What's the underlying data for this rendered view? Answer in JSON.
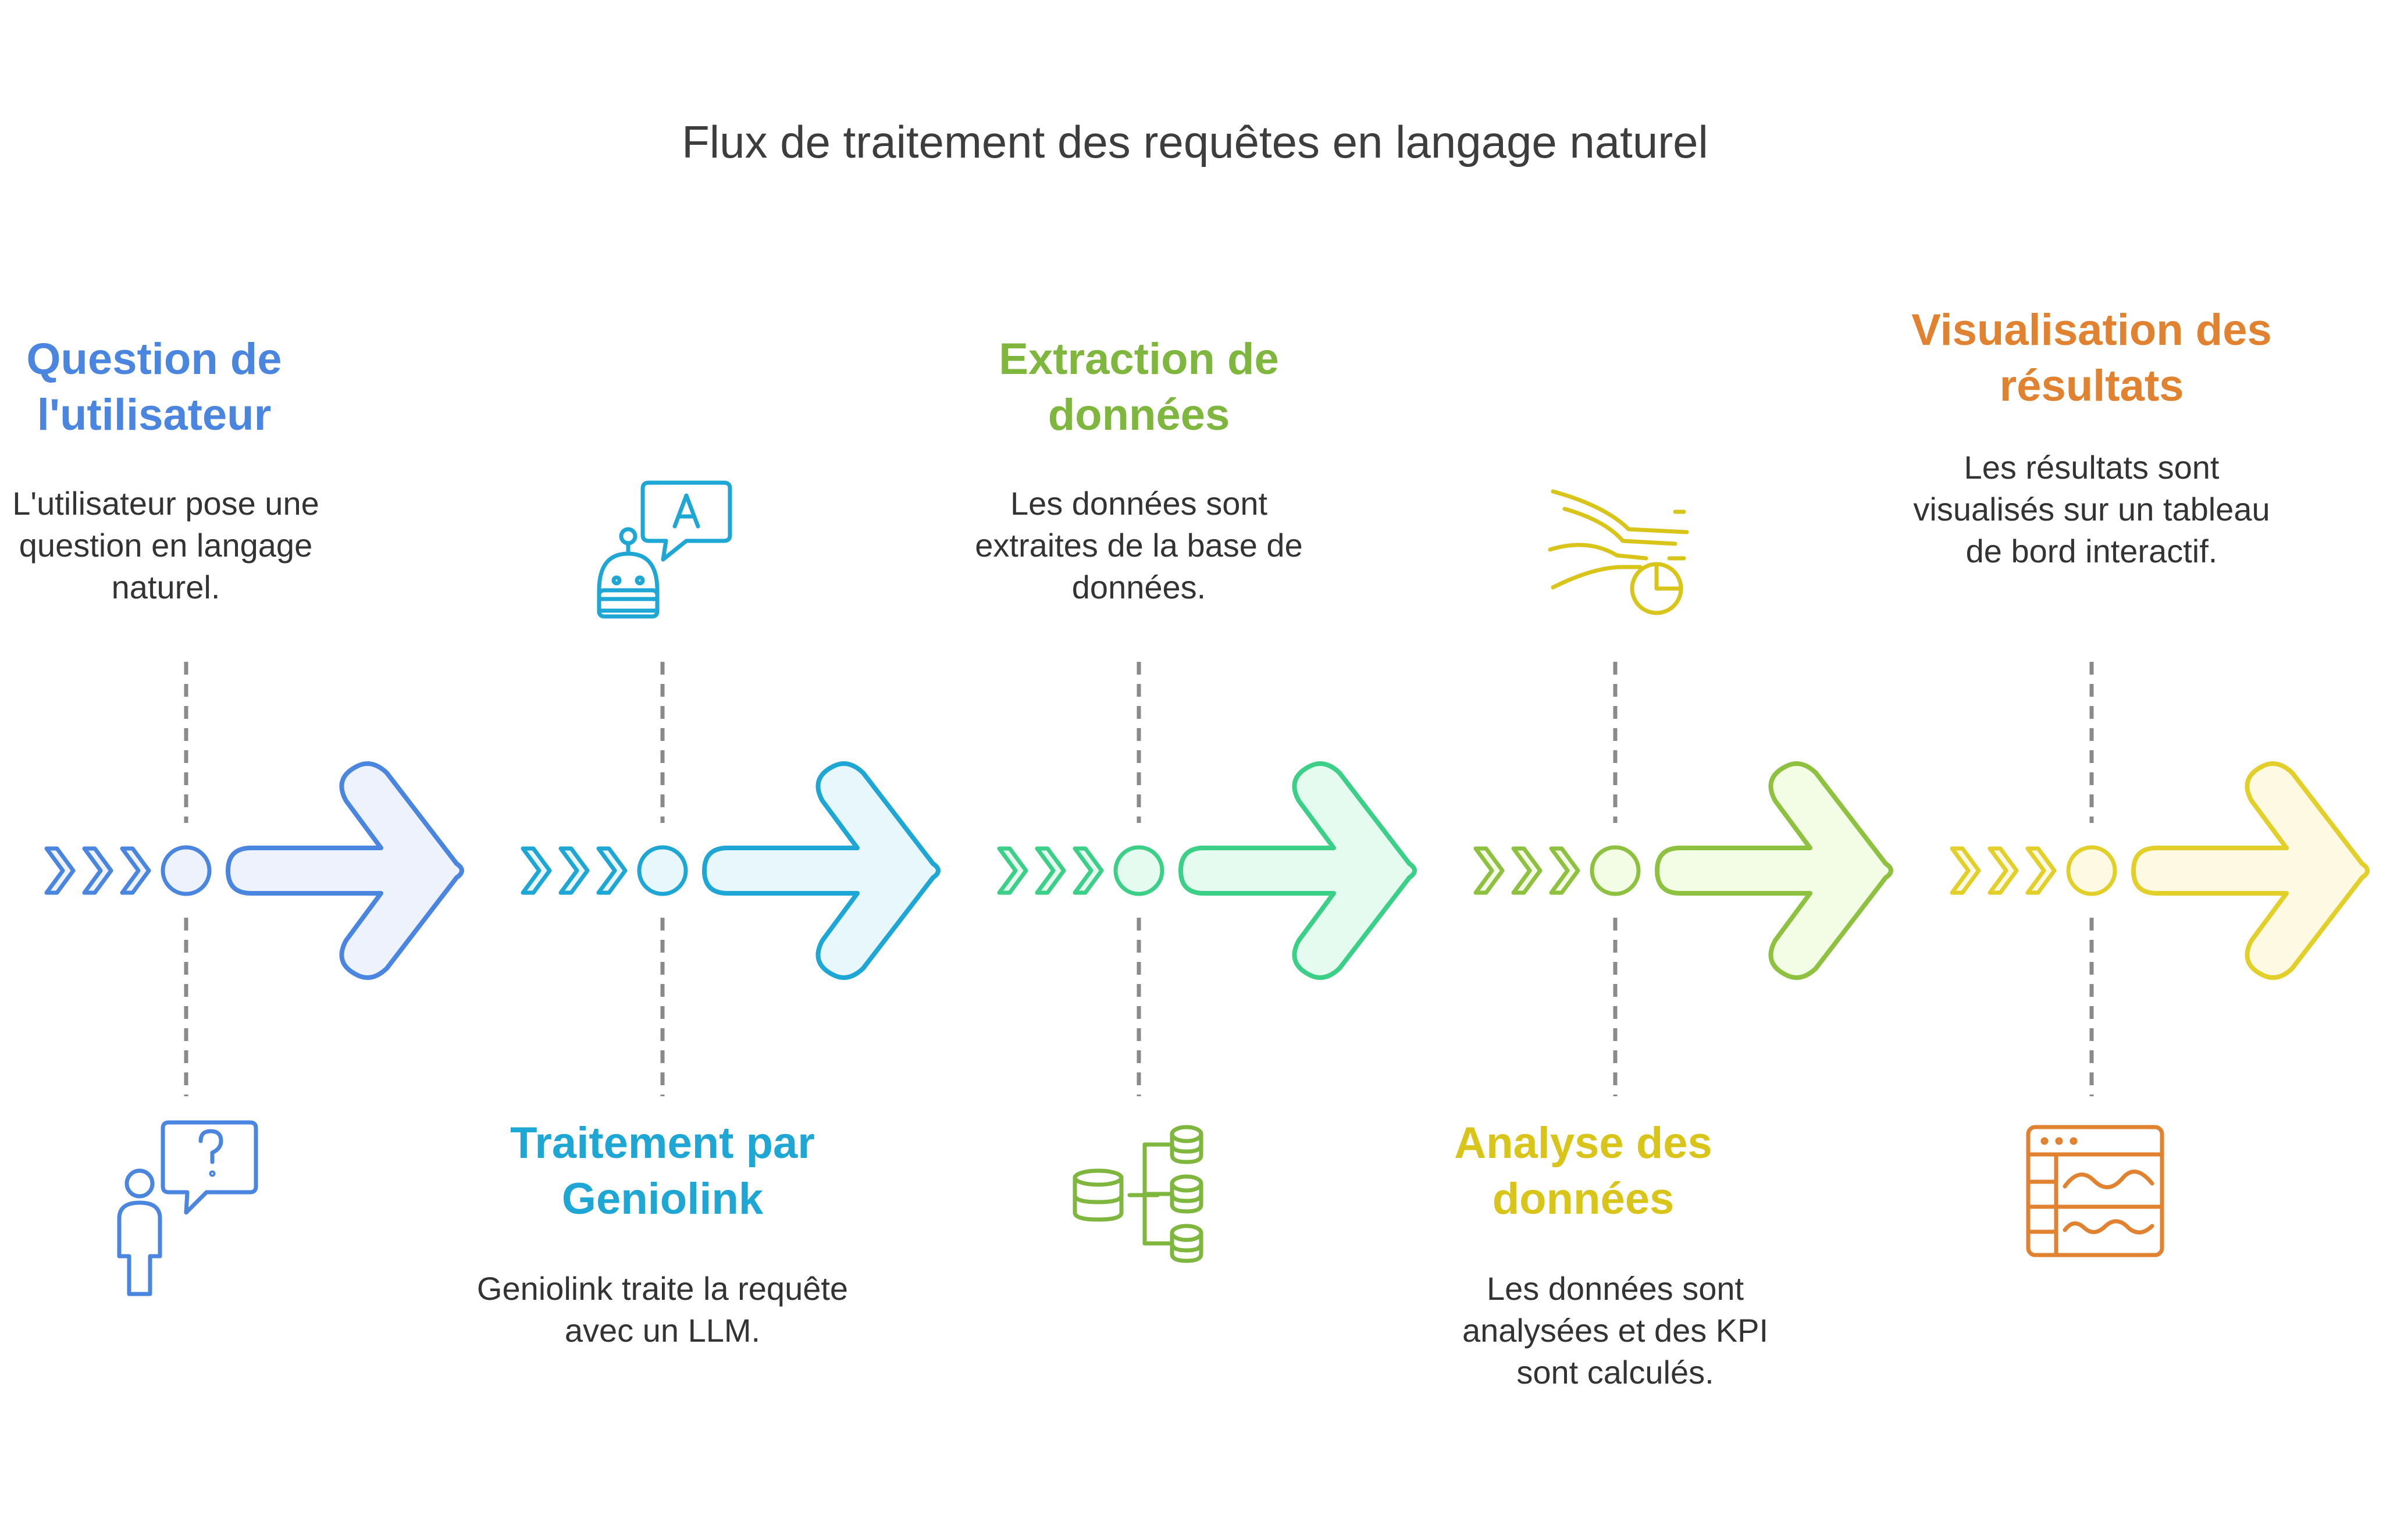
{
  "title": "Flux de traitement des requêtes en langage naturel",
  "steps": [
    {
      "title": "Question de l'utilisateur",
      "description": "L'utilisateur pose une question en langage naturel.",
      "position": "top",
      "icon": "person-question-icon",
      "color": "#4a86e0",
      "fill": "#eef2fc"
    },
    {
      "title": "Traitement par Geniolink",
      "description": "Geniolink traite la requête avec un LLM.",
      "position": "bottom",
      "icon": "robot-chat-icon",
      "color": "#1ea6d4",
      "fill": "#e8f7fc"
    },
    {
      "title": "Extraction de données",
      "description": "Les données sont extraites de la base de données.",
      "position": "top",
      "icon": "database-tree-icon",
      "color": "#7fb63d",
      "fill": "#e6fbef",
      "arrow_color": "#3ccf88"
    },
    {
      "title": "Analyse des données",
      "description": "Les données sont analysées et des KPI sont calculés.",
      "position": "bottom",
      "icon": "data-flow-pie-icon",
      "color": "#d9c51a",
      "fill": "#f3fce4",
      "arrow_color": "#8dc13f"
    },
    {
      "title": "Visualisation des résultats",
      "description": "Les résultats sont visualisés sur un tableau de bord interactif.",
      "position": "top",
      "icon": "dashboard-chart-icon",
      "color": "#e0822f",
      "fill": "#fdf9e2",
      "arrow_color": "#e2cf2a"
    }
  ]
}
